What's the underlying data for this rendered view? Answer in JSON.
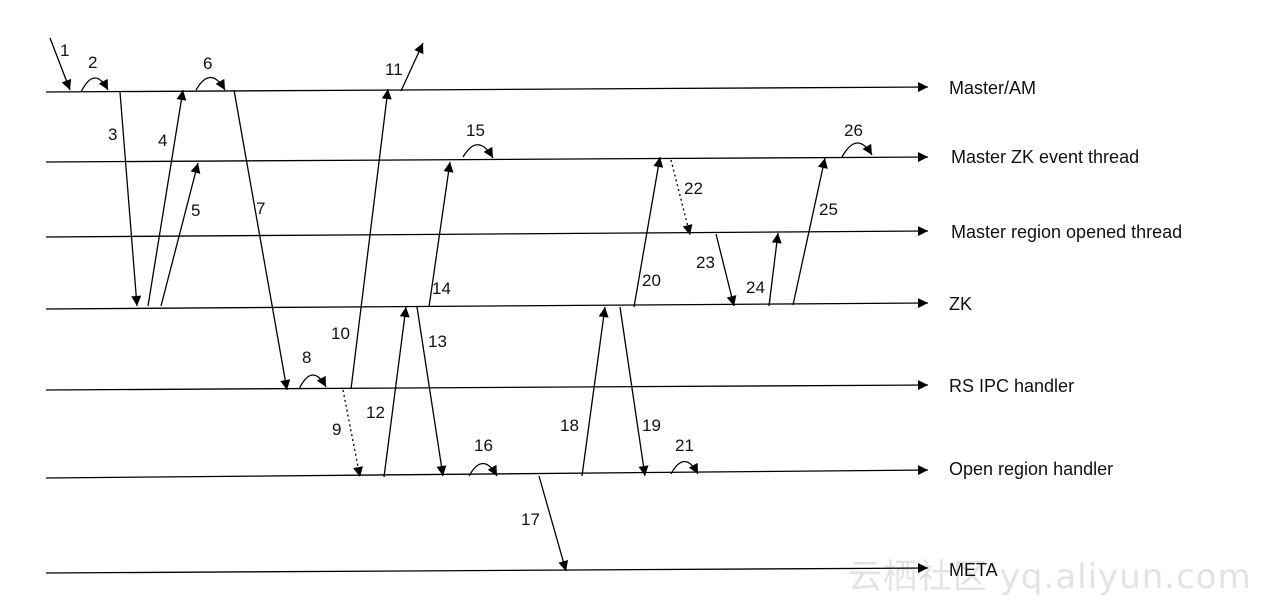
{
  "lanes": [
    {
      "key": "master_am",
      "label": "Master/AM"
    },
    {
      "key": "master_zk_event",
      "label": "Master ZK event thread"
    },
    {
      "key": "master_region_opened",
      "label": "Master region opened thread"
    },
    {
      "key": "zk",
      "label": "ZK"
    },
    {
      "key": "rs_ipc",
      "label": "RS IPC handler"
    },
    {
      "key": "open_region",
      "label": "Open region handler"
    },
    {
      "key": "meta",
      "label": "META"
    }
  ],
  "steps": [
    {
      "num": "1",
      "kind": "incoming"
    },
    {
      "num": "2",
      "kind": "self"
    },
    {
      "num": "3",
      "kind": "message"
    },
    {
      "num": "4",
      "kind": "message"
    },
    {
      "num": "5",
      "kind": "message"
    },
    {
      "num": "6",
      "kind": "self"
    },
    {
      "num": "7",
      "kind": "message"
    },
    {
      "num": "8",
      "kind": "self"
    },
    {
      "num": "9",
      "kind": "internal"
    },
    {
      "num": "10",
      "kind": "message"
    },
    {
      "num": "11",
      "kind": "outgoing"
    },
    {
      "num": "12",
      "kind": "message"
    },
    {
      "num": "13",
      "kind": "message"
    },
    {
      "num": "14",
      "kind": "message"
    },
    {
      "num": "15",
      "kind": "self"
    },
    {
      "num": "16",
      "kind": "self"
    },
    {
      "num": "17",
      "kind": "message"
    },
    {
      "num": "18",
      "kind": "message"
    },
    {
      "num": "19",
      "kind": "message"
    },
    {
      "num": "20",
      "kind": "message"
    },
    {
      "num": "21",
      "kind": "self"
    },
    {
      "num": "22",
      "kind": "internal"
    },
    {
      "num": "23",
      "kind": "message"
    },
    {
      "num": "24",
      "kind": "message"
    },
    {
      "num": "25",
      "kind": "message"
    },
    {
      "num": "26",
      "kind": "self"
    }
  ],
  "watermark": "云栖社区 yq.aliyun.com"
}
